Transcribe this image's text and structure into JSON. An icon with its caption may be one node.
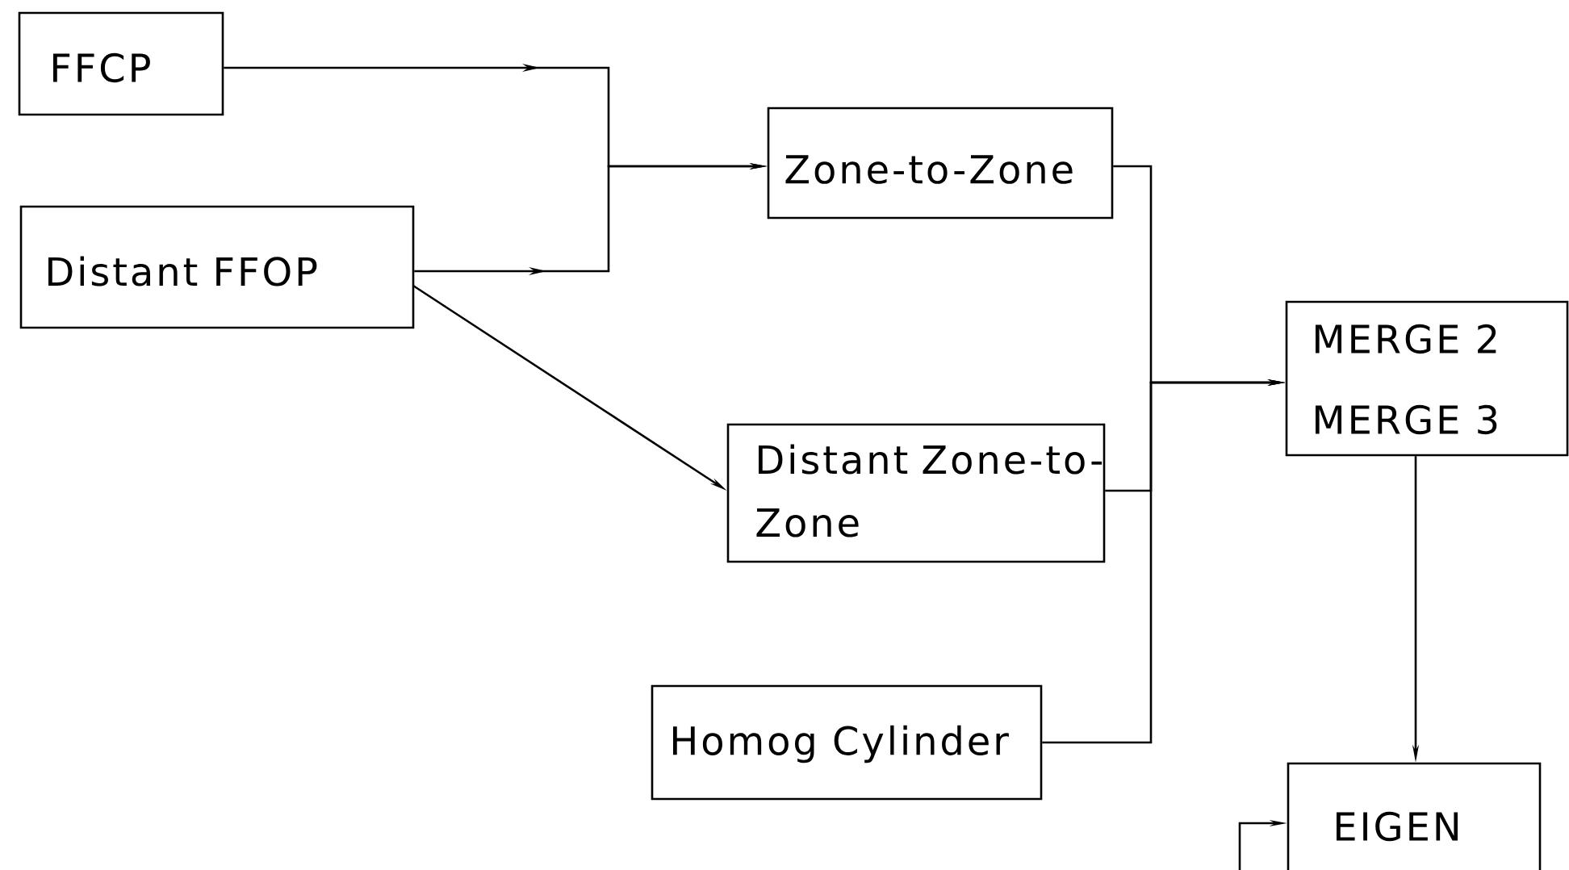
{
  "diagram": {
    "nodes": [
      {
        "text": [
          "FFCP"
        ]
      },
      {
        "text": [
          "Distant FFOP"
        ]
      },
      {
        "text": [
          "Zone-to-Zone"
        ]
      },
      {
        "text": [
          "Distant Zone-to-Zone"
        ]
      },
      {
        "text": [
          "Homog Cylinder"
        ]
      },
      {
        "text": [
          "MERGE 2",
          "MERGE 3"
        ]
      },
      {
        "text": [
          "EIGEN"
        ]
      }
    ],
    "edges": [
      {
        "from": 0,
        "to": 2,
        "arrow": "to"
      },
      {
        "from": 1,
        "to": 2,
        "arrow": "to"
      },
      {
        "from": 1,
        "to": 3,
        "arrow": "to"
      },
      {
        "from": 2,
        "to": 5,
        "arrow": "to"
      },
      {
        "from": 3,
        "to": 5,
        "arrow": "to"
      },
      {
        "from": 4,
        "to": 5,
        "arrow": "to"
      },
      {
        "from": 5,
        "to": 6,
        "arrow": "to"
      },
      {
        "from": null,
        "to": 6,
        "arrow": "to"
      }
    ]
  }
}
